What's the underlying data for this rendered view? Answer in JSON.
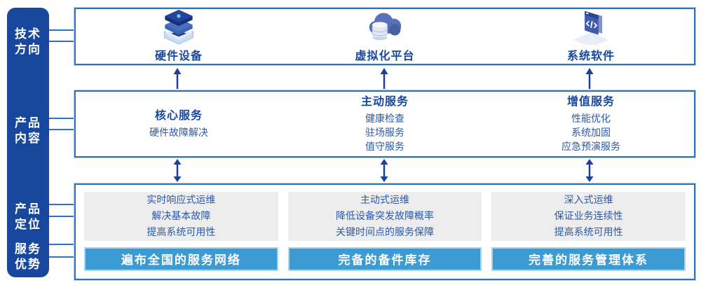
{
  "colors": {
    "sidebar_blue": "#17489E",
    "box_border_blue": "#3272b8",
    "title_navy": "#17479E",
    "body_blue": "#2c58a8",
    "panel_gray": "#ededed",
    "bar_blue": "#3d9bd4",
    "arrow_navy": "#1c3f97"
  },
  "sidebar": {
    "items": [
      {
        "label": "技术\n方向"
      },
      {
        "label": "产品\n内容"
      },
      {
        "label": "产品\n定位"
      },
      {
        "label": "服务\n优势"
      }
    ]
  },
  "tech_directions": [
    {
      "icon": "server-stack-icon",
      "label": "硬件设备"
    },
    {
      "icon": "cloud-database-icon",
      "label": "虚拟化平台"
    },
    {
      "icon": "software-window-icon",
      "label": "系统软件"
    }
  ],
  "product_content": [
    {
      "title": "核心服务",
      "items": [
        "硬件故障解决"
      ]
    },
    {
      "title": "主动服务",
      "items": [
        "健康检查",
        "驻场服务",
        "值守服务"
      ]
    },
    {
      "title": "增值服务",
      "items": [
        "性能优化",
        "系统加固",
        "应急预演服务"
      ]
    }
  ],
  "product_positioning": [
    {
      "lines": [
        "实时响应式运维",
        "解决基本故障",
        "提高系统可用性"
      ]
    },
    {
      "lines": [
        "主动式运维",
        "降低设备突发故障概率",
        "关键时间点的服务保障"
      ]
    },
    {
      "lines": [
        "深入式运维",
        "保证业务连续性",
        "提高系统可用性"
      ]
    }
  ],
  "service_advantages": [
    "遍布全国的服务网络",
    "完备的备件库存",
    "完善的服务管理体系"
  ]
}
